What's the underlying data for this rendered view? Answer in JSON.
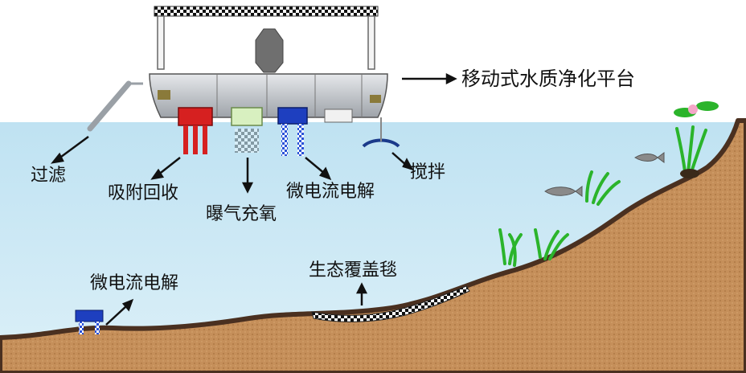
{
  "labels": {
    "platform": "移动式水质净化平台",
    "filter": "过滤",
    "adsorption": "吸附回收",
    "aeration": "曝气充氧",
    "electrolysis_top": "微电流电解",
    "stirring": "搅拌",
    "electrolysis_bottom": "微电流电解",
    "eco_blanket": "生态覆盖毯"
  },
  "colors": {
    "water": "#cfe9f5",
    "sediment": "#c58f5a",
    "sediment_edge": "#4a3020",
    "platform_body": "#c9ccd1",
    "electrode_red": "#d62020",
    "electrode_blue": "#1e3fbf",
    "aerator_green": "#d8f0c0",
    "plant_green": "#2bb42b"
  }
}
